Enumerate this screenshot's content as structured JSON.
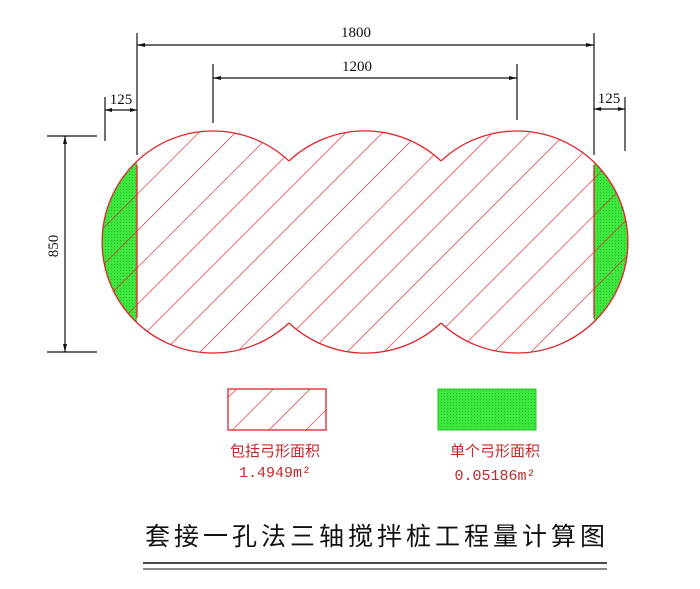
{
  "dimensions": {
    "overall_width": "1800",
    "center_span": "1200",
    "left_overhang": "125",
    "right_overhang": "125",
    "height": "850"
  },
  "legend": [
    {
      "label": "包括弓形面积",
      "value": "1.4949m²",
      "style": "red-hatch"
    },
    {
      "label": "单个弓形面积",
      "value": "0.05186m²",
      "style": "green-stipple"
    }
  ],
  "title": "套接一孔法三轴搅拌桩工程量计算图",
  "colors": {
    "hatch": "#e0232a",
    "segment": "#22dd22",
    "dimension": "#111111"
  }
}
